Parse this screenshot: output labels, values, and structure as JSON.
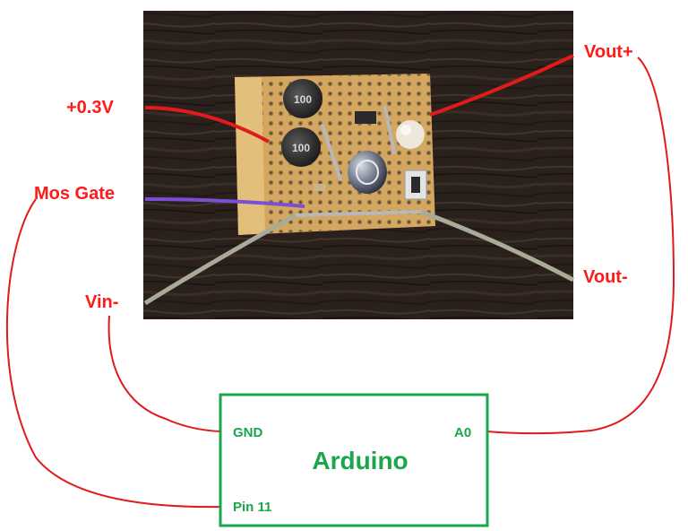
{
  "colors": {
    "label_red": "#ff1a1a",
    "wire_red": "#e01b1b",
    "arduino_green": "#1aa64a",
    "wood_dark": "#2a211c",
    "board_tan": "#d9b26a",
    "purple_wire": "#7a4fd6",
    "gray_wire": "#a8ab98"
  },
  "labels": {
    "plus_03v": "+0.3V",
    "mos_gate": "Mos Gate",
    "vin_minus": "Vin-",
    "vout_plus": "Vout+",
    "vout_minus": "Vout-"
  },
  "arduino": {
    "title": "Arduino",
    "pins": {
      "gnd": "GND",
      "a0": "A0",
      "pin11": "Pin 11"
    }
  },
  "components": {
    "inductor_marking_1": "100",
    "inductor_marking_2": "100"
  },
  "icons": [
    "circuit-photo",
    "inductor",
    "capacitor",
    "led",
    "pushbutton",
    "arduino-board"
  ]
}
